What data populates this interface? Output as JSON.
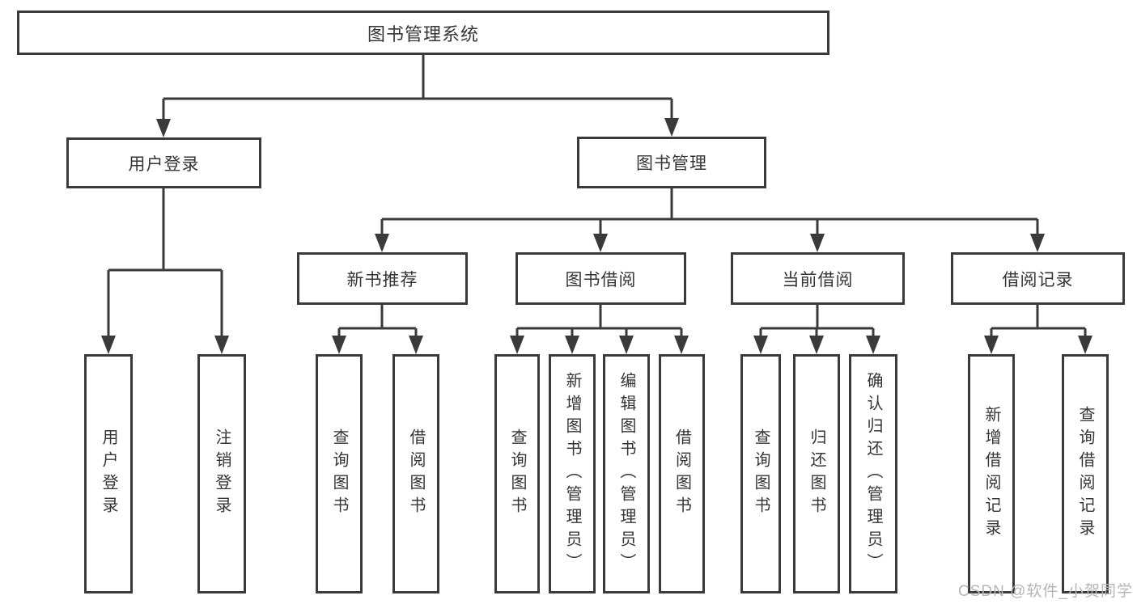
{
  "diagram": {
    "root": {
      "label": "图书管理系统"
    },
    "branches": [
      {
        "label": "用户登录",
        "children": [
          {
            "label": "用户登录"
          },
          {
            "label": "注销登录"
          }
        ]
      },
      {
        "label": "图书管理",
        "children": [
          {
            "label": "新书推荐",
            "children": [
              {
                "label": "查询图书"
              },
              {
                "label": "借阅图书"
              }
            ]
          },
          {
            "label": "图书借阅",
            "children": [
              {
                "label": "查询图书"
              },
              {
                "label": "新增图书（管理员）"
              },
              {
                "label": "编辑图书（管理员）"
              },
              {
                "label": "借阅图书"
              }
            ]
          },
          {
            "label": "当前借阅",
            "children": [
              {
                "label": "查询图书"
              },
              {
                "label": "归还图书"
              },
              {
                "label": "确认归还（管理员）"
              }
            ]
          },
          {
            "label": "借阅记录",
            "children": [
              {
                "label": "新增借阅记录"
              },
              {
                "label": "查询借阅记录"
              }
            ]
          }
        ]
      }
    ]
  },
  "watermark": {
    "text": "CSDN @软件_小贺同学"
  },
  "colors": {
    "line": "#3a3a3a",
    "box_border": "#3a3a3a",
    "text": "#333639",
    "watermark": "#b2b6ba",
    "background": "#ffffff"
  }
}
